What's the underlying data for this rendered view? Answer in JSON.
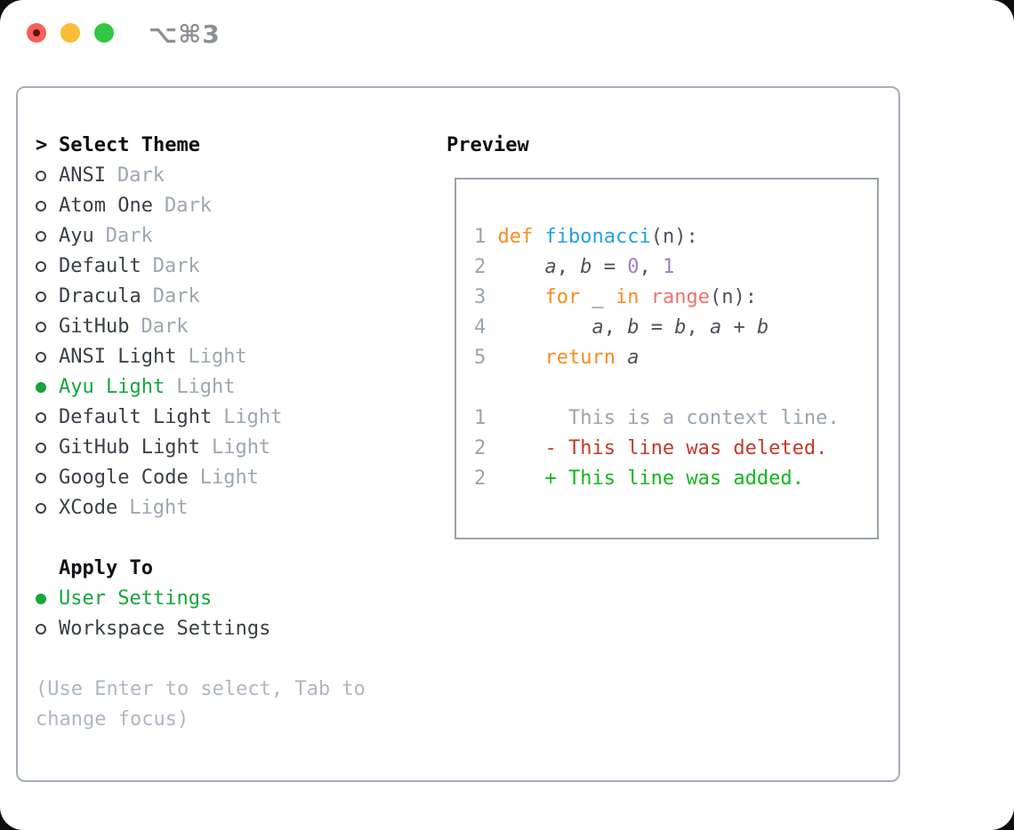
{
  "titlebar": {
    "shortcut": "⌥⌘3"
  },
  "colors": {
    "accent_green": "#14a53c",
    "diff_red": "#c3392b",
    "diff_green": "#13b71d",
    "syntax_keyword": "#f78c1e",
    "syntax_function": "#24a0e4",
    "syntax_number": "#a37acc",
    "syntax_call": "#f07171",
    "code_fg": "#4d535c",
    "list_fg": "#3a4049",
    "tag_fg": "#9ca7b3",
    "line_number": "#9aa4b0",
    "help_fg": "#aeb7c3",
    "panel_border": "#a7afbb",
    "box_border": "#9aa3af",
    "traffic_red": "#f8605a",
    "traffic_yellow": "#f9bd35",
    "traffic_green": "#32c546",
    "shortcut_fg": "#8c9197"
  },
  "theme_panel": {
    "prompt": ">",
    "title": "Select Theme",
    "themes": [
      {
        "name": "ANSI",
        "tag": "Dark",
        "selected": false
      },
      {
        "name": "Atom One",
        "tag": "Dark",
        "selected": false
      },
      {
        "name": "Ayu",
        "tag": "Dark",
        "selected": false
      },
      {
        "name": "Default",
        "tag": "Dark",
        "selected": false
      },
      {
        "name": "Dracula",
        "tag": "Dark",
        "selected": false
      },
      {
        "name": "GitHub",
        "tag": "Dark",
        "selected": false
      },
      {
        "name": "ANSI Light",
        "tag": "Light",
        "selected": false
      },
      {
        "name": "Ayu Light",
        "tag": "Light",
        "selected": true
      },
      {
        "name": "Default Light",
        "tag": "Light",
        "selected": false
      },
      {
        "name": "GitHub Light",
        "tag": "Light",
        "selected": false
      },
      {
        "name": "Google Code",
        "tag": "Light",
        "selected": false
      },
      {
        "name": "XCode",
        "tag": "Light",
        "selected": false
      }
    ],
    "apply_to": {
      "title": "Apply To",
      "options": [
        {
          "name": "User Settings",
          "selected": true
        },
        {
          "name": "Workspace Settings",
          "selected": false
        }
      ]
    },
    "help": [
      "(Use Enter to select, Tab to",
      "change focus)"
    ]
  },
  "preview": {
    "title": "Preview",
    "code_lines": [
      {
        "num": "1",
        "tokens": [
          {
            "t": "def",
            "c": "kw"
          },
          {
            "t": " ",
            "c": "fg"
          },
          {
            "t": "fibonacci",
            "c": "fn"
          },
          {
            "t": "(n):",
            "c": "fg"
          }
        ]
      },
      {
        "num": "2",
        "tokens": [
          {
            "t": "    ",
            "c": "fg"
          },
          {
            "t": "a",
            "c": "var"
          },
          {
            "t": ", ",
            "c": "fg"
          },
          {
            "t": "b",
            "c": "var"
          },
          {
            "t": " = ",
            "c": "fg"
          },
          {
            "t": "0",
            "c": "num"
          },
          {
            "t": ", ",
            "c": "fg"
          },
          {
            "t": "1",
            "c": "num"
          }
        ]
      },
      {
        "num": "3",
        "tokens": [
          {
            "t": "    ",
            "c": "fg"
          },
          {
            "t": "for",
            "c": "kw"
          },
          {
            "t": " _ ",
            "c": "fg"
          },
          {
            "t": "in",
            "c": "kw"
          },
          {
            "t": " ",
            "c": "fg"
          },
          {
            "t": "range",
            "c": "call"
          },
          {
            "t": "(n):",
            "c": "fg"
          }
        ]
      },
      {
        "num": "4",
        "tokens": [
          {
            "t": "        ",
            "c": "fg"
          },
          {
            "t": "a",
            "c": "var"
          },
          {
            "t": ", ",
            "c": "fg"
          },
          {
            "t": "b",
            "c": "var"
          },
          {
            "t": " = ",
            "c": "fg"
          },
          {
            "t": "b",
            "c": "var"
          },
          {
            "t": ", ",
            "c": "fg"
          },
          {
            "t": "a",
            "c": "var"
          },
          {
            "t": " + ",
            "c": "fg"
          },
          {
            "t": "b",
            "c": "var"
          }
        ]
      },
      {
        "num": "5",
        "tokens": [
          {
            "t": "    ",
            "c": "fg"
          },
          {
            "t": "return",
            "c": "kw"
          },
          {
            "t": " ",
            "c": "fg"
          },
          {
            "t": "a",
            "c": "var"
          }
        ]
      }
    ],
    "diff_lines": [
      {
        "num": "1",
        "marker": " ",
        "text": "This is a context line.",
        "type": "context"
      },
      {
        "num": "2",
        "marker": "-",
        "text": "This line was deleted.",
        "type": "deleted"
      },
      {
        "num": "2",
        "marker": "+",
        "text": "This line was added.",
        "type": "added"
      }
    ]
  }
}
